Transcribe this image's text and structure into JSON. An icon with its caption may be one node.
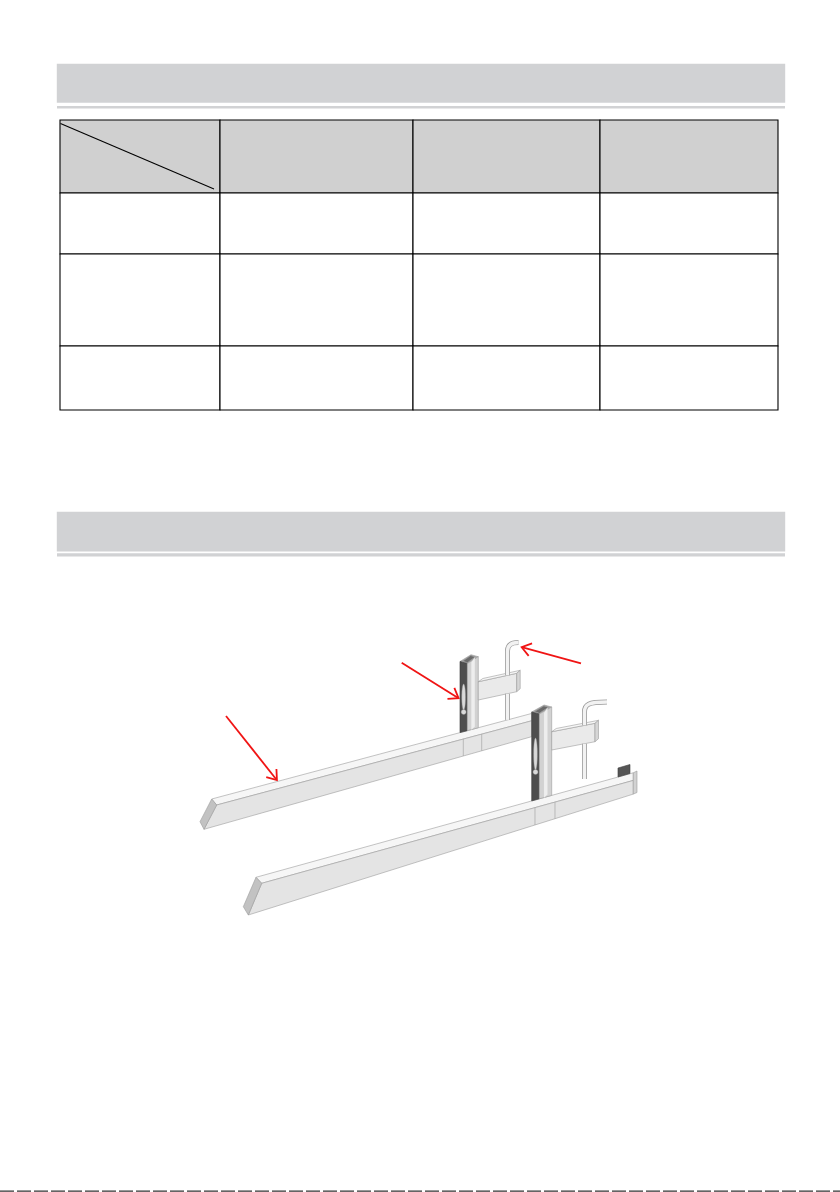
{
  "diagram": {
    "nodes": [
      {
        "text": [],
        "shape": "bar"
      },
      {
        "text": [],
        "shape": "bar"
      },
      {
        "text": [],
        "shape": "picture"
      },
      {
        "text": [],
        "shape": "picture"
      },
      {
        "text": [],
        "shape": "picture"
      }
    ],
    "edges": [
      {
        "from": null,
        "to": 2,
        "arrow": "to"
      },
      {
        "from": null,
        "to": 3,
        "arrow": "to"
      },
      {
        "from": null,
        "to": 4,
        "arrow": "to"
      }
    ]
  }
}
